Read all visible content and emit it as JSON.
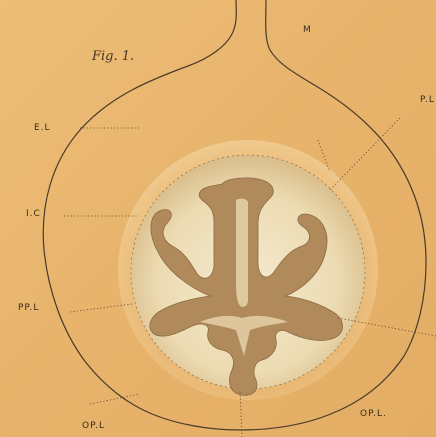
{
  "figure": {
    "title": "Fig. 1.",
    "labels": {
      "m": "M",
      "pl": "P.L",
      "el": "E.L",
      "ic": "I.C",
      "ppl": "PP.L",
      "opl_left": "OP.L",
      "opl_right": "OP.L."
    }
  },
  "colors": {
    "background": "#e9b56d",
    "outline": "#4a3a2a",
    "ventricle": "#b08a5a",
    "inner_disc": "#f0e2bd"
  }
}
